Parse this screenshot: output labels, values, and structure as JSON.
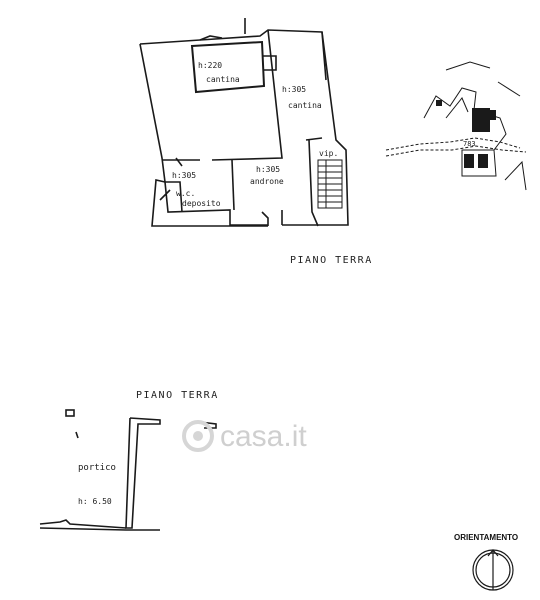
{
  "upper_plan": {
    "rooms": [
      {
        "height": "h:220",
        "name": "cantina"
      },
      {
        "height": "h:305",
        "name": "cantina"
      },
      {
        "height": "h:305",
        "name": "androne"
      },
      {
        "height": "h:305",
        "name": "w.c."
      },
      {
        "name": "deposito"
      }
    ],
    "stair_label": "vip.",
    "floor_title": "PIANO TERRA"
  },
  "site_map": {
    "parcel_number": "783"
  },
  "lower_plan": {
    "floor_title": "PIANO TERRA",
    "area_name": "portico",
    "height": "h: 6.50"
  },
  "watermark": "casa.it",
  "orientation": {
    "label": "ORIENTAMENTO"
  },
  "colors": {
    "ink": "#1a1a1a",
    "watermark": "#cfcfcf"
  }
}
